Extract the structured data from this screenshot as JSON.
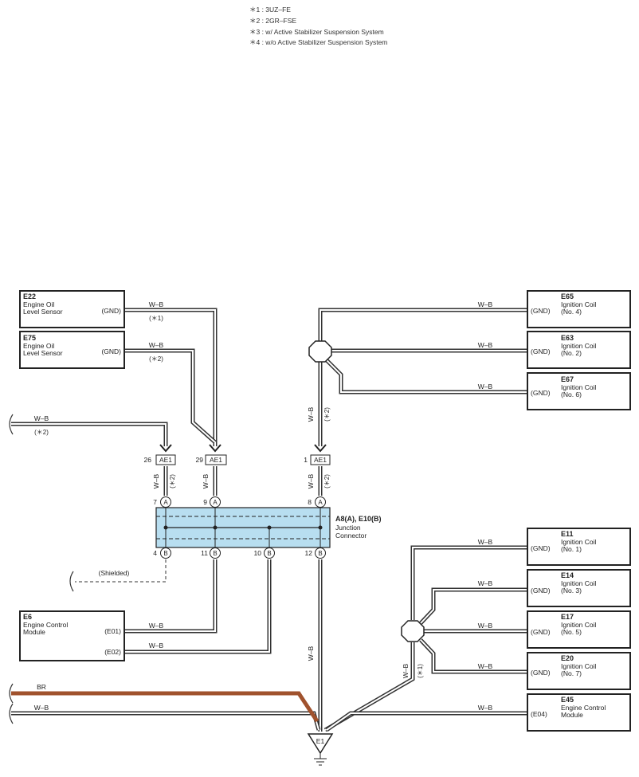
{
  "legend": [
    "＊1 : 3UZ–FE",
    "＊2 : 2GR–FSE",
    "＊3 : w/ Active Stabilizer Suspension System",
    "＊4 : w/o Active Stabilizer Suspension System"
  ],
  "components": {
    "e22": {
      "code": "E22",
      "name1": "Engine Oil",
      "name2": "Level Sensor",
      "term": "(GND)"
    },
    "e75": {
      "code": "E75",
      "name1": "Engine Oil",
      "name2": "Level Sensor",
      "term": "(GND)"
    },
    "e6": {
      "code": "E6",
      "name1": "Engine Control",
      "name2": "Module",
      "term1": "(E01)",
      "term2": "(E02)"
    },
    "e65": {
      "code": "E65",
      "name1": "Ignition Coil",
      "name2": "(No. 4)",
      "term": "(GND)"
    },
    "e63": {
      "code": "E63",
      "name1": "Ignition Coil",
      "name2": "(No. 2)",
      "term": "(GND)"
    },
    "e67": {
      "code": "E67",
      "name1": "Ignition Coil",
      "name2": "(No. 6)",
      "term": "(GND)"
    },
    "e11": {
      "code": "E11",
      "name1": "Ignition Coil",
      "name2": "(No. 1)",
      "term": "(GND)"
    },
    "e14": {
      "code": "E14",
      "name1": "Ignition Coil",
      "name2": "(No. 3)",
      "term": "(GND)"
    },
    "e17": {
      "code": "E17",
      "name1": "Ignition Coil",
      "name2": "(No. 5)",
      "term": "(GND)"
    },
    "e20": {
      "code": "E20",
      "name1": "Ignition Coil",
      "name2": "(No. 7)",
      "term": "(GND)"
    },
    "e45": {
      "code": "E45",
      "name1": "Engine Control",
      "name2": "Module",
      "term": "(E04)"
    }
  },
  "junction": {
    "title": "A8(A), E10(B)",
    "name1": "Junction",
    "name2": "Connector"
  },
  "connector": {
    "label": "AE1",
    "pins": [
      "26",
      "29",
      "1"
    ]
  },
  "junction_pins": {
    "top": [
      {
        "num": "7",
        "letter": "A"
      },
      {
        "num": "9",
        "letter": "A"
      },
      {
        "num": "8",
        "letter": "A"
      }
    ],
    "bottom": [
      {
        "num": "4",
        "letter": "B"
      },
      {
        "num": "11",
        "letter": "B"
      },
      {
        "num": "10",
        "letter": "B"
      },
      {
        "num": "12",
        "letter": "B"
      }
    ]
  },
  "wire_labels": {
    "wb": "W–B",
    "br": "BR",
    "shielded": "(Shielded)",
    "n1": "(＊1)",
    "n2": "(＊2)"
  },
  "ground": {
    "label": "E1"
  },
  "colors": {
    "wire": "#333333",
    "br_wire": "#a0522d",
    "junction_fill": "#b8def0",
    "junction_stroke": "#222222"
  }
}
